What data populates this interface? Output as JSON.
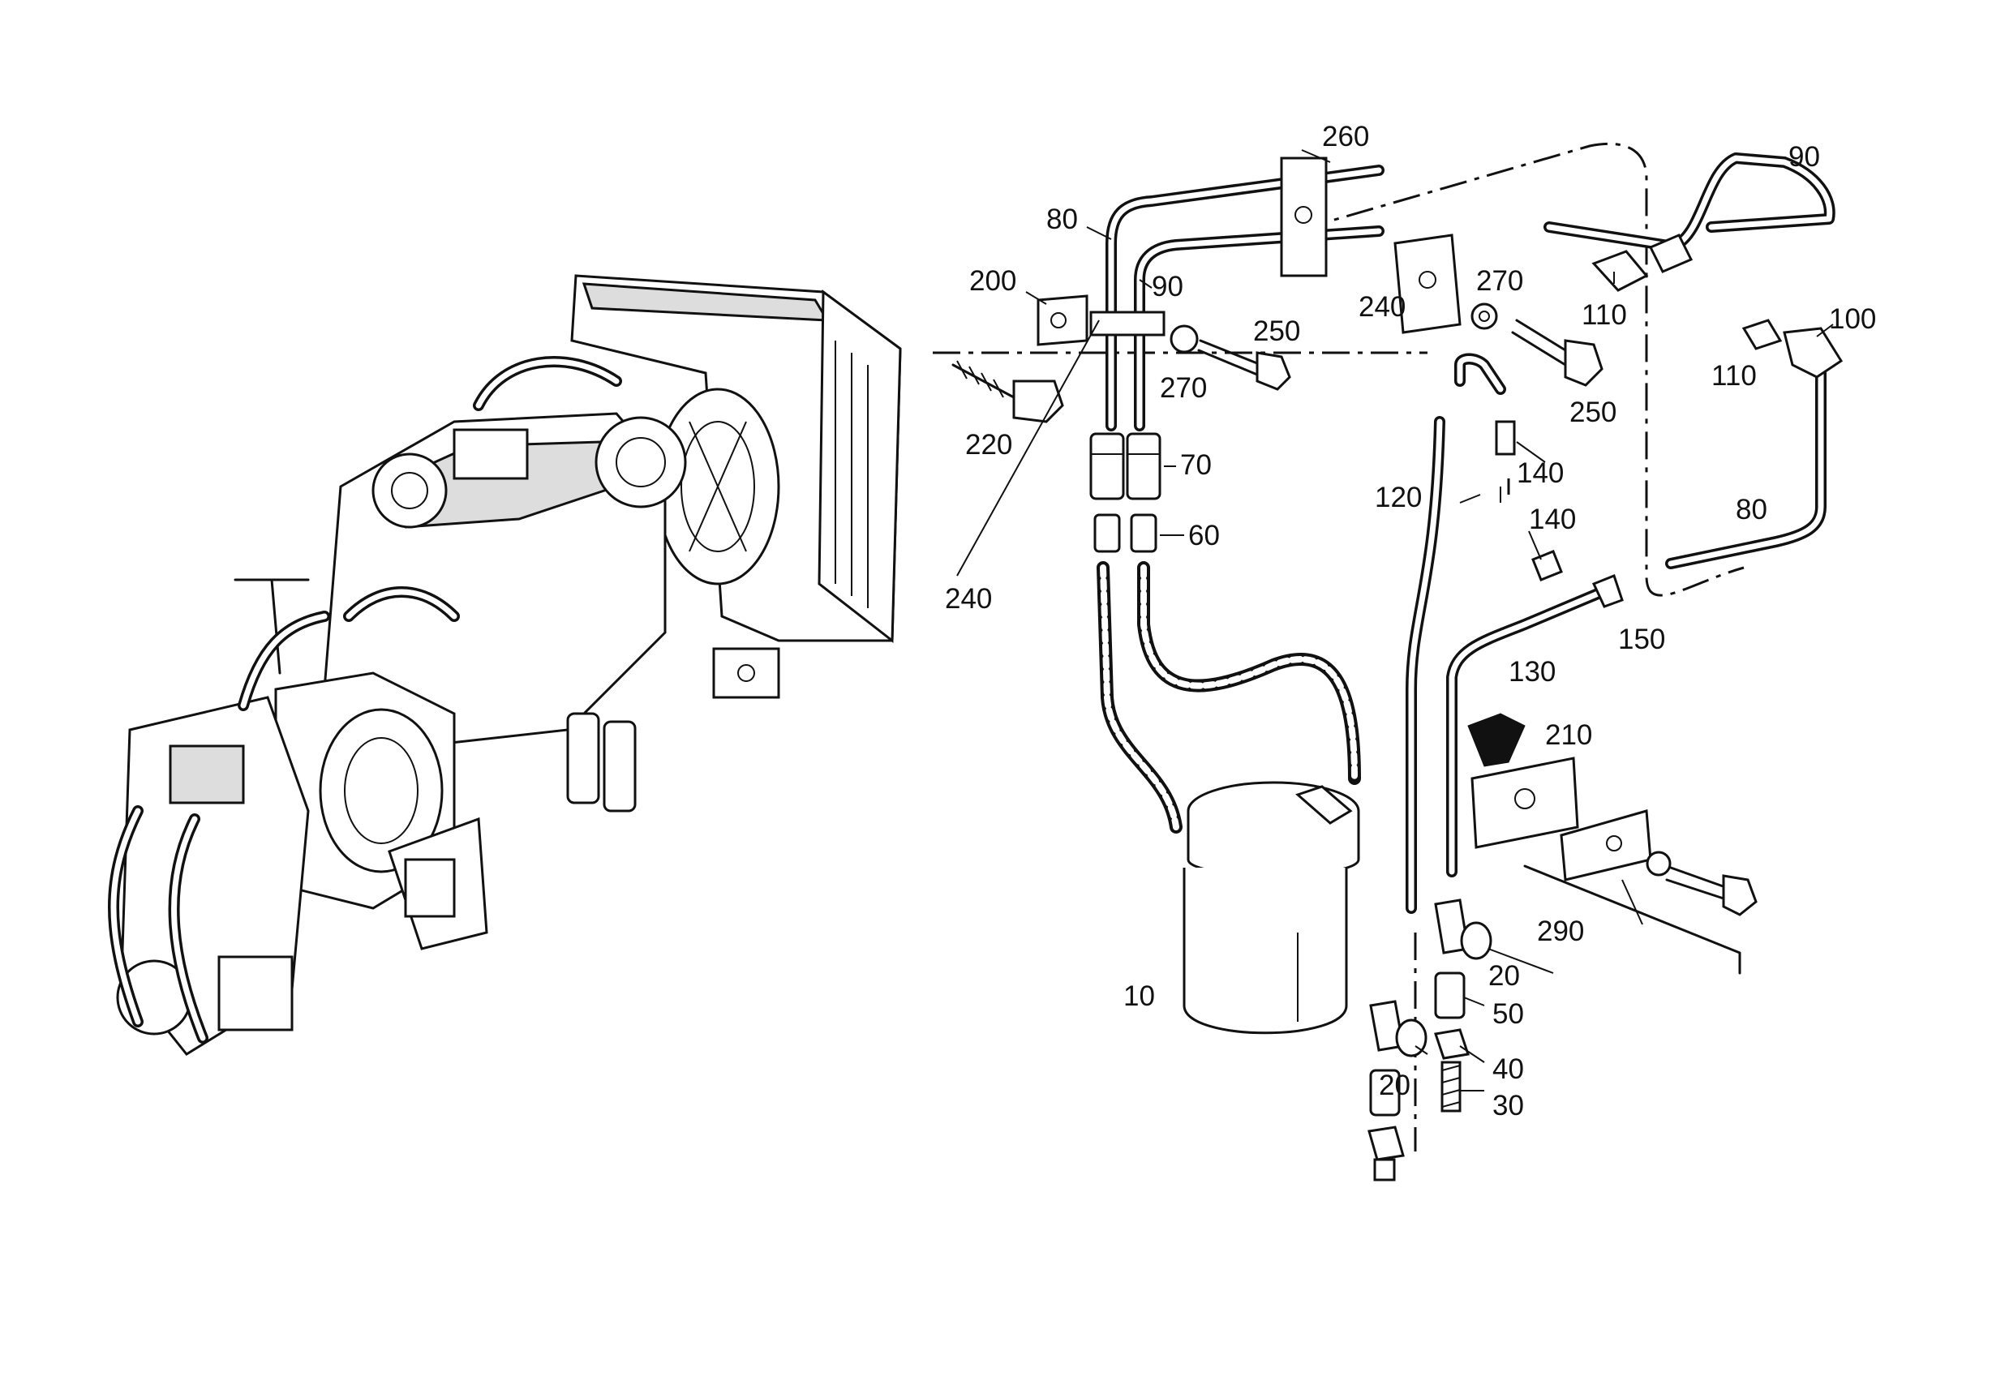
{
  "callouts": [
    {
      "id": "c10",
      "text": "10"
    },
    {
      "id": "c20a",
      "text": "20"
    },
    {
      "id": "c20b",
      "text": "20"
    },
    {
      "id": "c30",
      "text": "30"
    },
    {
      "id": "c40",
      "text": "40"
    },
    {
      "id": "c50",
      "text": "50"
    },
    {
      "id": "c60",
      "text": "60"
    },
    {
      "id": "c70",
      "text": "70"
    },
    {
      "id": "c80a",
      "text": "80"
    },
    {
      "id": "c80b",
      "text": "80"
    },
    {
      "id": "c90a",
      "text": "90"
    },
    {
      "id": "c90b",
      "text": "90"
    },
    {
      "id": "c100",
      "text": "100"
    },
    {
      "id": "c110a",
      "text": "110"
    },
    {
      "id": "c110b",
      "text": "110"
    },
    {
      "id": "c120",
      "text": "120"
    },
    {
      "id": "c130",
      "text": "130"
    },
    {
      "id": "c140a",
      "text": "140"
    },
    {
      "id": "c140b",
      "text": "140"
    },
    {
      "id": "c150",
      "text": "150"
    },
    {
      "id": "c200",
      "text": "200"
    },
    {
      "id": "c210",
      "text": "210"
    },
    {
      "id": "c220",
      "text": "220"
    },
    {
      "id": "c240a",
      "text": "240"
    },
    {
      "id": "c240b",
      "text": "240"
    },
    {
      "id": "c250a",
      "text": "250"
    },
    {
      "id": "c250b",
      "text": "250"
    },
    {
      "id": "c260",
      "text": "260"
    },
    {
      "id": "c270a",
      "text": "270"
    },
    {
      "id": "c270b",
      "text": "270"
    },
    {
      "id": "c290",
      "text": "290"
    }
  ]
}
